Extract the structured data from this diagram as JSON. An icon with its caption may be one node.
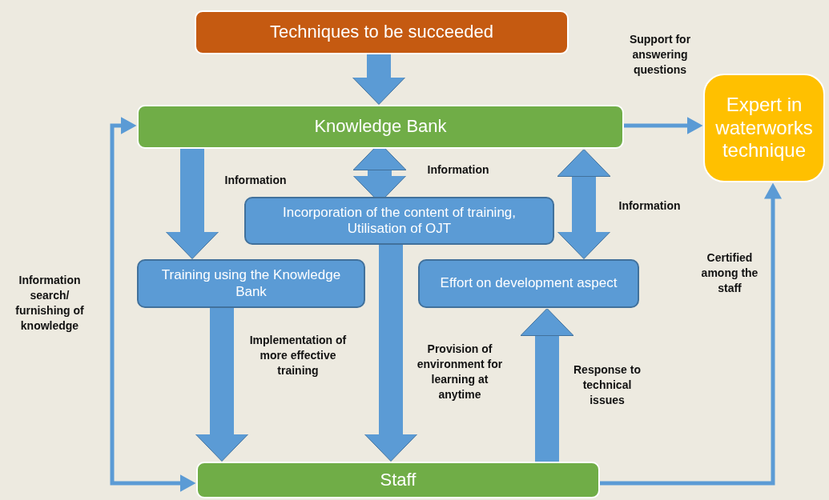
{
  "diagram": {
    "nodes": [
      {
        "text": [
          "Techniques to be succeeded"
        ]
      },
      {
        "text": [
          "Knowledge Bank"
        ]
      },
      {
        "text": [
          "Expert in waterworks technique"
        ]
      },
      {
        "text": [
          "Incorporation of the content of training, Utilisation of OJT"
        ]
      },
      {
        "text": [
          "Training using the Knowledge Bank"
        ]
      },
      {
        "text": [
          "Effort on development aspect"
        ]
      },
      {
        "text": [
          "Staff"
        ]
      }
    ],
    "edges": [
      {
        "from": 0,
        "to": 1,
        "arrow": "to"
      },
      {
        "from": 1,
        "to": 4,
        "arrow": "to",
        "label": "Information"
      },
      {
        "from": 1,
        "to": 3,
        "arrow": "both",
        "label": "Information"
      },
      {
        "from": 1,
        "to": 5,
        "arrow": "both",
        "label": "Information"
      },
      {
        "from": 4,
        "to": 6,
        "arrow": "to",
        "label": "Implementation of more effective training"
      },
      {
        "from": 3,
        "to": 6,
        "arrow": "to",
        "label": "Provision of environment for learning at anytime"
      },
      {
        "from": 6,
        "to": 5,
        "arrow": "to",
        "label": "Response to technical issues"
      },
      {
        "from": 1,
        "to": 2,
        "arrow": "to",
        "label": "Support for answering questions"
      },
      {
        "from": 6,
        "to": 2,
        "arrow": "to",
        "label": "Certified among the staff"
      },
      {
        "from": 6,
        "to": 1,
        "arrow": "both",
        "label": "Information search/ furnishing of knowledge"
      }
    ]
  }
}
